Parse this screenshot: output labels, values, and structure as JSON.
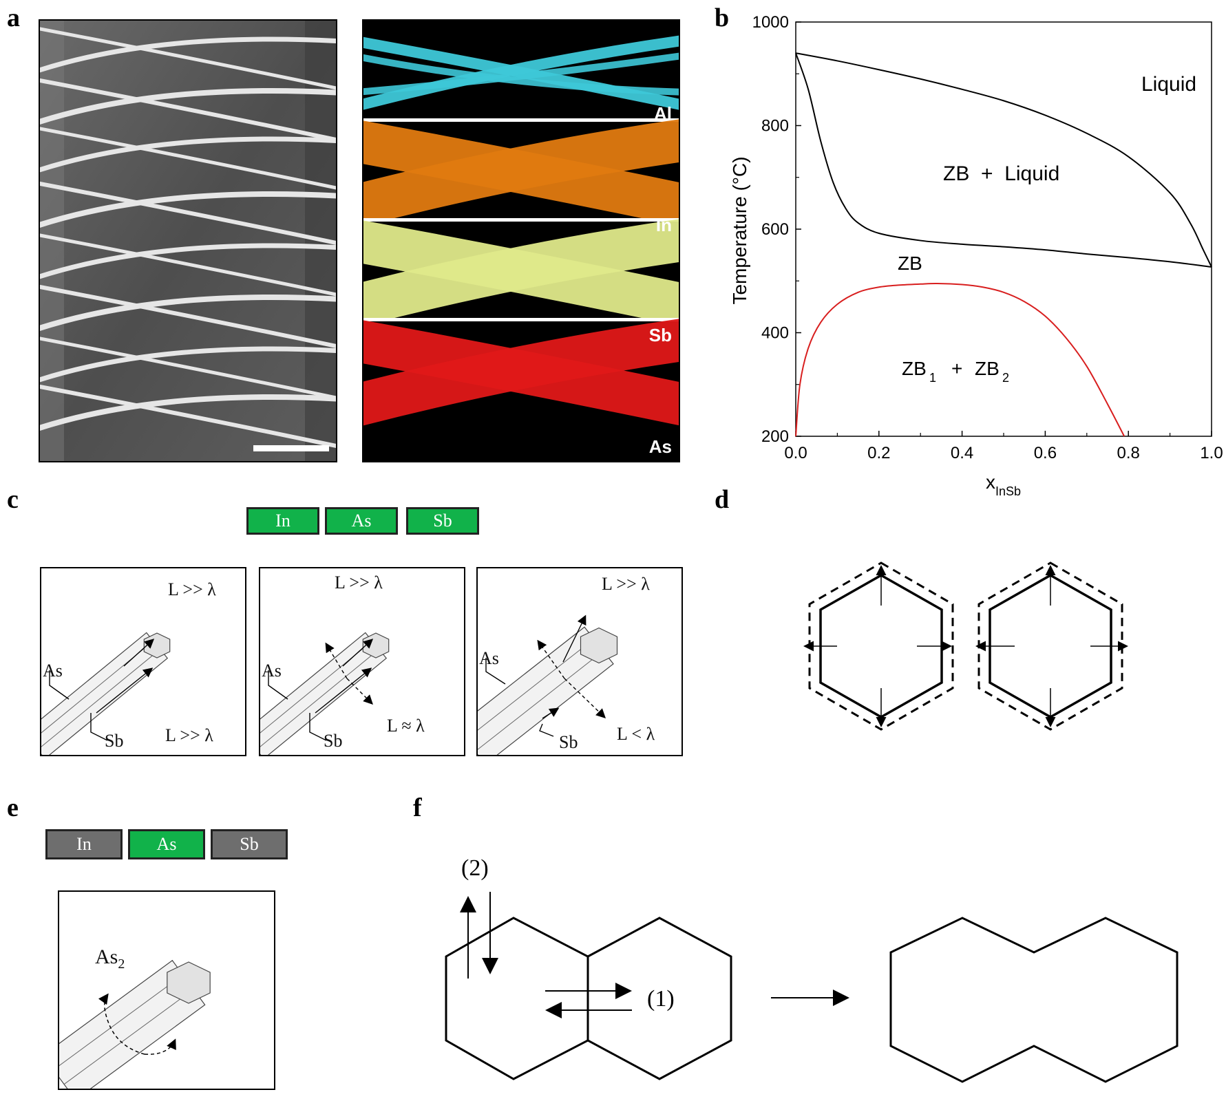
{
  "panel_letters": {
    "a": "a",
    "b": "b",
    "c": "c",
    "d": "d",
    "e": "e",
    "f": "f"
  },
  "panel_a": {
    "map_labels": [
      "Al",
      "In",
      "Sb",
      "As"
    ],
    "map_colors": [
      "#3ec8d8",
      "#e07a10",
      "#dfe98a",
      "#e01818"
    ]
  },
  "panel_c": {
    "precursors": [
      {
        "label": "In",
        "color": "#11b24a"
      },
      {
        "label": "As",
        "color": "#11b24a"
      },
      {
        "label": "Sb",
        "color": "#11b24a"
      }
    ],
    "scenarios": [
      {
        "top_label": "L >> λ",
        "bottom_label": "L >> λ",
        "as_label": "As",
        "sb_label": "Sb"
      },
      {
        "top_label": "L >> λ",
        "bottom_label": "L ≈ λ",
        "as_label": "As",
        "sb_label": "Sb"
      },
      {
        "top_label": "L >> λ",
        "bottom_label": "L < λ",
        "as_label": "As",
        "sb_label": "Sb"
      }
    ]
  },
  "panel_e": {
    "precursors": [
      {
        "label": "In",
        "color": "#6e6e6e"
      },
      {
        "label": "As",
        "color": "#11b24a"
      },
      {
        "label": "Sb",
        "color": "#6e6e6e"
      }
    ],
    "species_main": "As",
    "species_sub": "2"
  },
  "panel_f": {
    "step1": "(1)",
    "step2": "(2)"
  },
  "chart_data": {
    "type": "line",
    "xlabel_main": "x",
    "xlabel_sub": "InSb",
    "ylabel": "Temperature (°C)",
    "xlim": [
      0.0,
      1.0
    ],
    "ylim": [
      200,
      1000
    ],
    "x_ticks": [
      "0.0",
      "0.2",
      "0.4",
      "0.6",
      "0.8",
      "1.0"
    ],
    "y_ticks": [
      "200",
      "400",
      "600",
      "800",
      "1000"
    ],
    "regions": {
      "liquid": "Liquid",
      "zb_liquid": "ZB  +  Liquid",
      "zb": "ZB",
      "zb12_a": "ZB",
      "zb12_a_sub": "1",
      "zb12_plus": "+",
      "zb12_b": "ZB",
      "zb12_b_sub": "2"
    },
    "series": [
      {
        "color": "#000000",
        "x": [
          0.0,
          0.1,
          0.2,
          0.3,
          0.4,
          0.5,
          0.6,
          0.7,
          0.8,
          0.9,
          0.95,
          0.98,
          1.0
        ],
        "y": [
          940,
          925,
          908,
          890,
          870,
          848,
          820,
          785,
          740,
          670,
          610,
          560,
          527
        ]
      },
      {
        "color": "#000000",
        "x": [
          0.0,
          0.03,
          0.06,
          0.09,
          0.12,
          0.15,
          0.2,
          0.3,
          0.4,
          0.5,
          0.6,
          0.7,
          0.8,
          0.9,
          1.0
        ],
        "y": [
          940,
          870,
          770,
          690,
          640,
          612,
          592,
          578,
          571,
          566,
          560,
          552,
          545,
          537,
          527
        ]
      },
      {
        "color": "#d81e1e",
        "x": [
          0.0,
          0.01,
          0.03,
          0.06,
          0.1,
          0.15,
          0.2,
          0.25,
          0.3,
          0.34,
          0.4,
          0.45,
          0.5,
          0.55,
          0.6,
          0.65,
          0.7,
          0.75,
          0.79
        ],
        "y": [
          200,
          300,
          370,
          420,
          455,
          478,
          488,
          492,
          494,
          495,
          493,
          488,
          478,
          460,
          432,
          390,
          335,
          262,
          200
        ]
      }
    ]
  }
}
